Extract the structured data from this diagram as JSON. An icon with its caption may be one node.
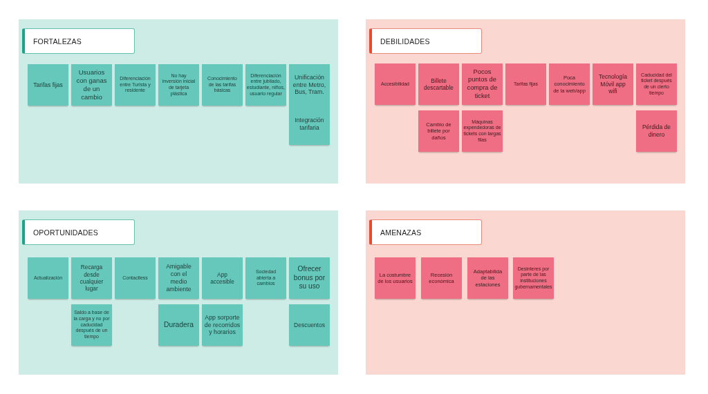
{
  "diagram": {
    "nodes": [
      {
        "text": [
          "FORTALEZAS"
        ]
      },
      {
        "text": [
          "Tarifas fijas"
        ],
        "in": 0
      },
      {
        "text": [
          "Usuarios con ganas de un cambio"
        ],
        "in": 0
      },
      {
        "text": [
          "Diferenciación entre Turista y residente"
        ],
        "in": 0
      },
      {
        "text": [
          "No hay inversión inicial de tarjeta plástica"
        ],
        "in": 0
      },
      {
        "text": [
          "Conocimiento de las tarifas básicas"
        ],
        "in": 0
      },
      {
        "text": [
          "Diferenciación entre jubilado, estudiante, niños, usuario regular"
        ],
        "in": 0
      },
      {
        "text": [
          "Unificación entre Metro, Bus, Tram."
        ],
        "in": 0
      },
      {
        "text": [
          "Integración tarifaria"
        ],
        "in": 0
      },
      {
        "text": [
          "DEBILIDADES"
        ]
      },
      {
        "text": [
          "Accesibilidad"
        ],
        "in": 9
      },
      {
        "text": [
          "Billete descartable"
        ],
        "in": 9
      },
      {
        "text": [
          "Pocos puntos de compra de ticket"
        ],
        "in": 9
      },
      {
        "text": [
          "Tarifas fijas"
        ],
        "in": 9
      },
      {
        "text": [
          "Poca conocimiento de la web/app"
        ],
        "in": 9
      },
      {
        "text": [
          "Tecnología Móvil app wifi"
        ],
        "in": 9
      },
      {
        "text": [
          "Caducidad del ticket después de un cierto tiempo"
        ],
        "in": 9
      },
      {
        "text": [
          "Cambio de billete por daños"
        ],
        "in": 9
      },
      {
        "text": [
          "Máquinas expendedoras de tickets con largas filas"
        ],
        "in": 9
      },
      {
        "text": [
          "Pérdida de dinero"
        ],
        "in": 9
      },
      {
        "text": [
          "OPORTUNIDADES"
        ]
      },
      {
        "text": [
          "Actualización"
        ],
        "in": 20
      },
      {
        "text": [
          "Recarga desde cualquier lugar"
        ],
        "in": 20
      },
      {
        "text": [
          "Contactless"
        ],
        "in": 20
      },
      {
        "text": [
          "Amigable con el medio ambiente"
        ],
        "in": 20
      },
      {
        "text": [
          "App accesible"
        ],
        "in": 20
      },
      {
        "text": [
          "Sociedad abierta a cambios"
        ],
        "in": 20
      },
      {
        "text": [
          "Ofrecer bonus por su uso"
        ],
        "in": 20
      },
      {
        "text": [
          "Saldo a base de la carga y no por caducidad después de un tiempo"
        ],
        "in": 20
      },
      {
        "text": [
          "Duradera"
        ],
        "in": 20
      },
      {
        "text": [
          "App sorporte de recorridos y horarios"
        ],
        "in": 20
      },
      {
        "text": [
          "Descuentos"
        ],
        "in": 20
      },
      {
        "text": [
          "AMENAZAS"
        ]
      },
      {
        "text": [
          "La costumbre de los usuarios"
        ],
        "in": 32
      },
      {
        "text": [
          "Recesión económica"
        ],
        "in": 32
      },
      {
        "text": [
          "Adaptabilida de las estaciones"
        ],
        "in": 32
      },
      {
        "text": [
          "Desinteres por parte de las instituciones gubernamentales"
        ],
        "in": 32
      }
    ]
  }
}
